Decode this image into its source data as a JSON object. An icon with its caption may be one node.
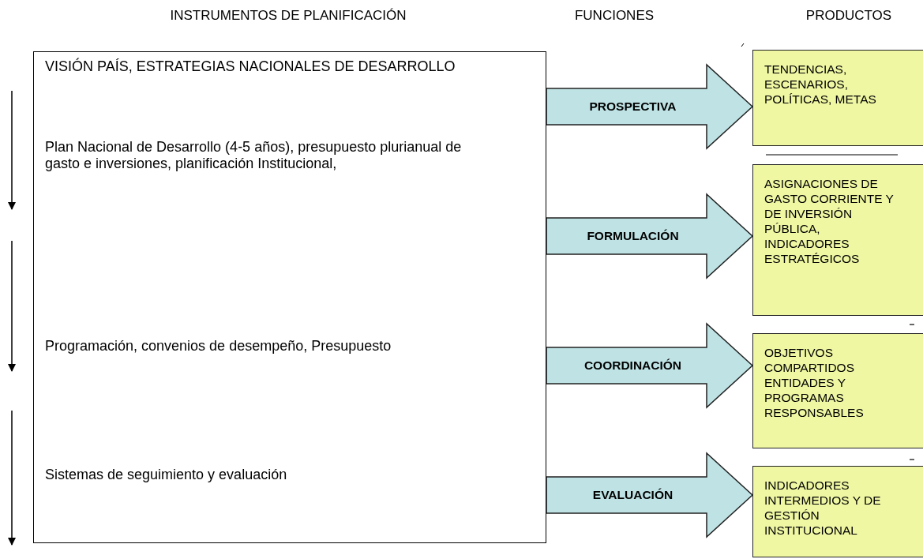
{
  "diagram": {
    "nodes": [
      {
        "text": [
          "VISIÓN PAÍS, ESTRATEGIAS NACIONALES DE DESARROLLO",
          "Plan Nacional de Desarrollo (4-5 años), presupuesto plurianual de gasto e inversiones, planificación Institucional,",
          "Programación, convenios de desempeño, Presupuesto",
          "Sistemas de seguimiento y evaluación"
        ]
      },
      {
        "text": [
          "TENDENCIAS, ESCENARIOS, POLÍTICAS, METAS"
        ]
      },
      {
        "text": [
          "ASIGNACIONES DE GASTO CORRIENTE Y DE INVERSIÓN PÚBLICA, INDICADORES ESTRATÉGICOS"
        ]
      },
      {
        "text": [
          "OBJETIVOS COMPARTIDOS ENTIDADES Y PROGRAMAS RESPONSABLES"
        ]
      },
      {
        "text": [
          "INDICADORES INTERMEDIOS Y DE GESTIÓN INSTITUCIONAL"
        ]
      }
    ],
    "edges": [
      {
        "from": 0,
        "to": 1,
        "arrow": "to",
        "label": "PROSPECTIVA"
      },
      {
        "from": 0,
        "to": 2,
        "arrow": "to",
        "label": "FORMULACIÓN"
      },
      {
        "from": 0,
        "to": 3,
        "arrow": "to",
        "label": "COORDINACIÓN"
      },
      {
        "from": 0,
        "to": 4,
        "arrow": "to",
        "label": "EVALUACIÓN"
      }
    ],
    "labels": [
      "INSTRUMENTOS DE PLANIFICACIÓN",
      "FUNCIONES",
      "PRODUCTOS"
    ]
  }
}
